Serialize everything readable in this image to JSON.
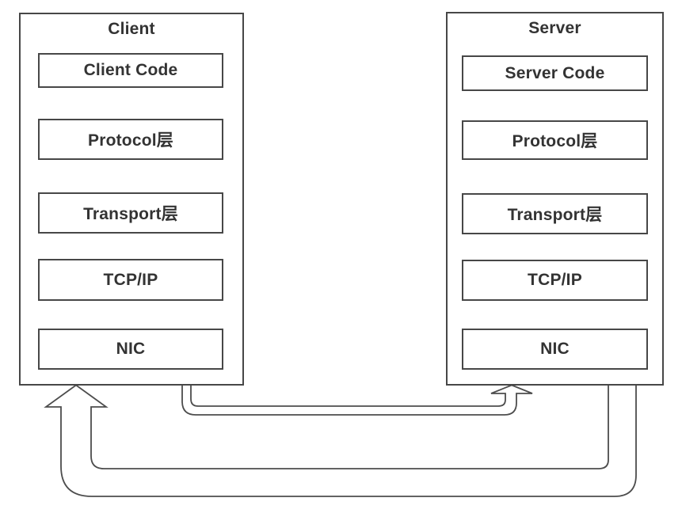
{
  "client": {
    "title": "Client",
    "layers": [
      "Client Code",
      "Protocol层",
      "Transport层",
      "TCP/IP",
      "NIC"
    ]
  },
  "server": {
    "title": "Server",
    "layers": [
      "Server Code",
      "Protocol层",
      "Transport层",
      "TCP/IP",
      "NIC"
    ]
  },
  "arrows": {
    "client_to_server": {
      "from": "Client",
      "to": "Server",
      "style": "thin-hollow-pipe"
    },
    "server_to_client": {
      "from": "Server",
      "to": "Client",
      "style": "thick-hollow-pipe"
    }
  },
  "colors": {
    "line": "#4d4d4d",
    "border": "#474747",
    "text": "#333333",
    "background": "#ffffff"
  }
}
